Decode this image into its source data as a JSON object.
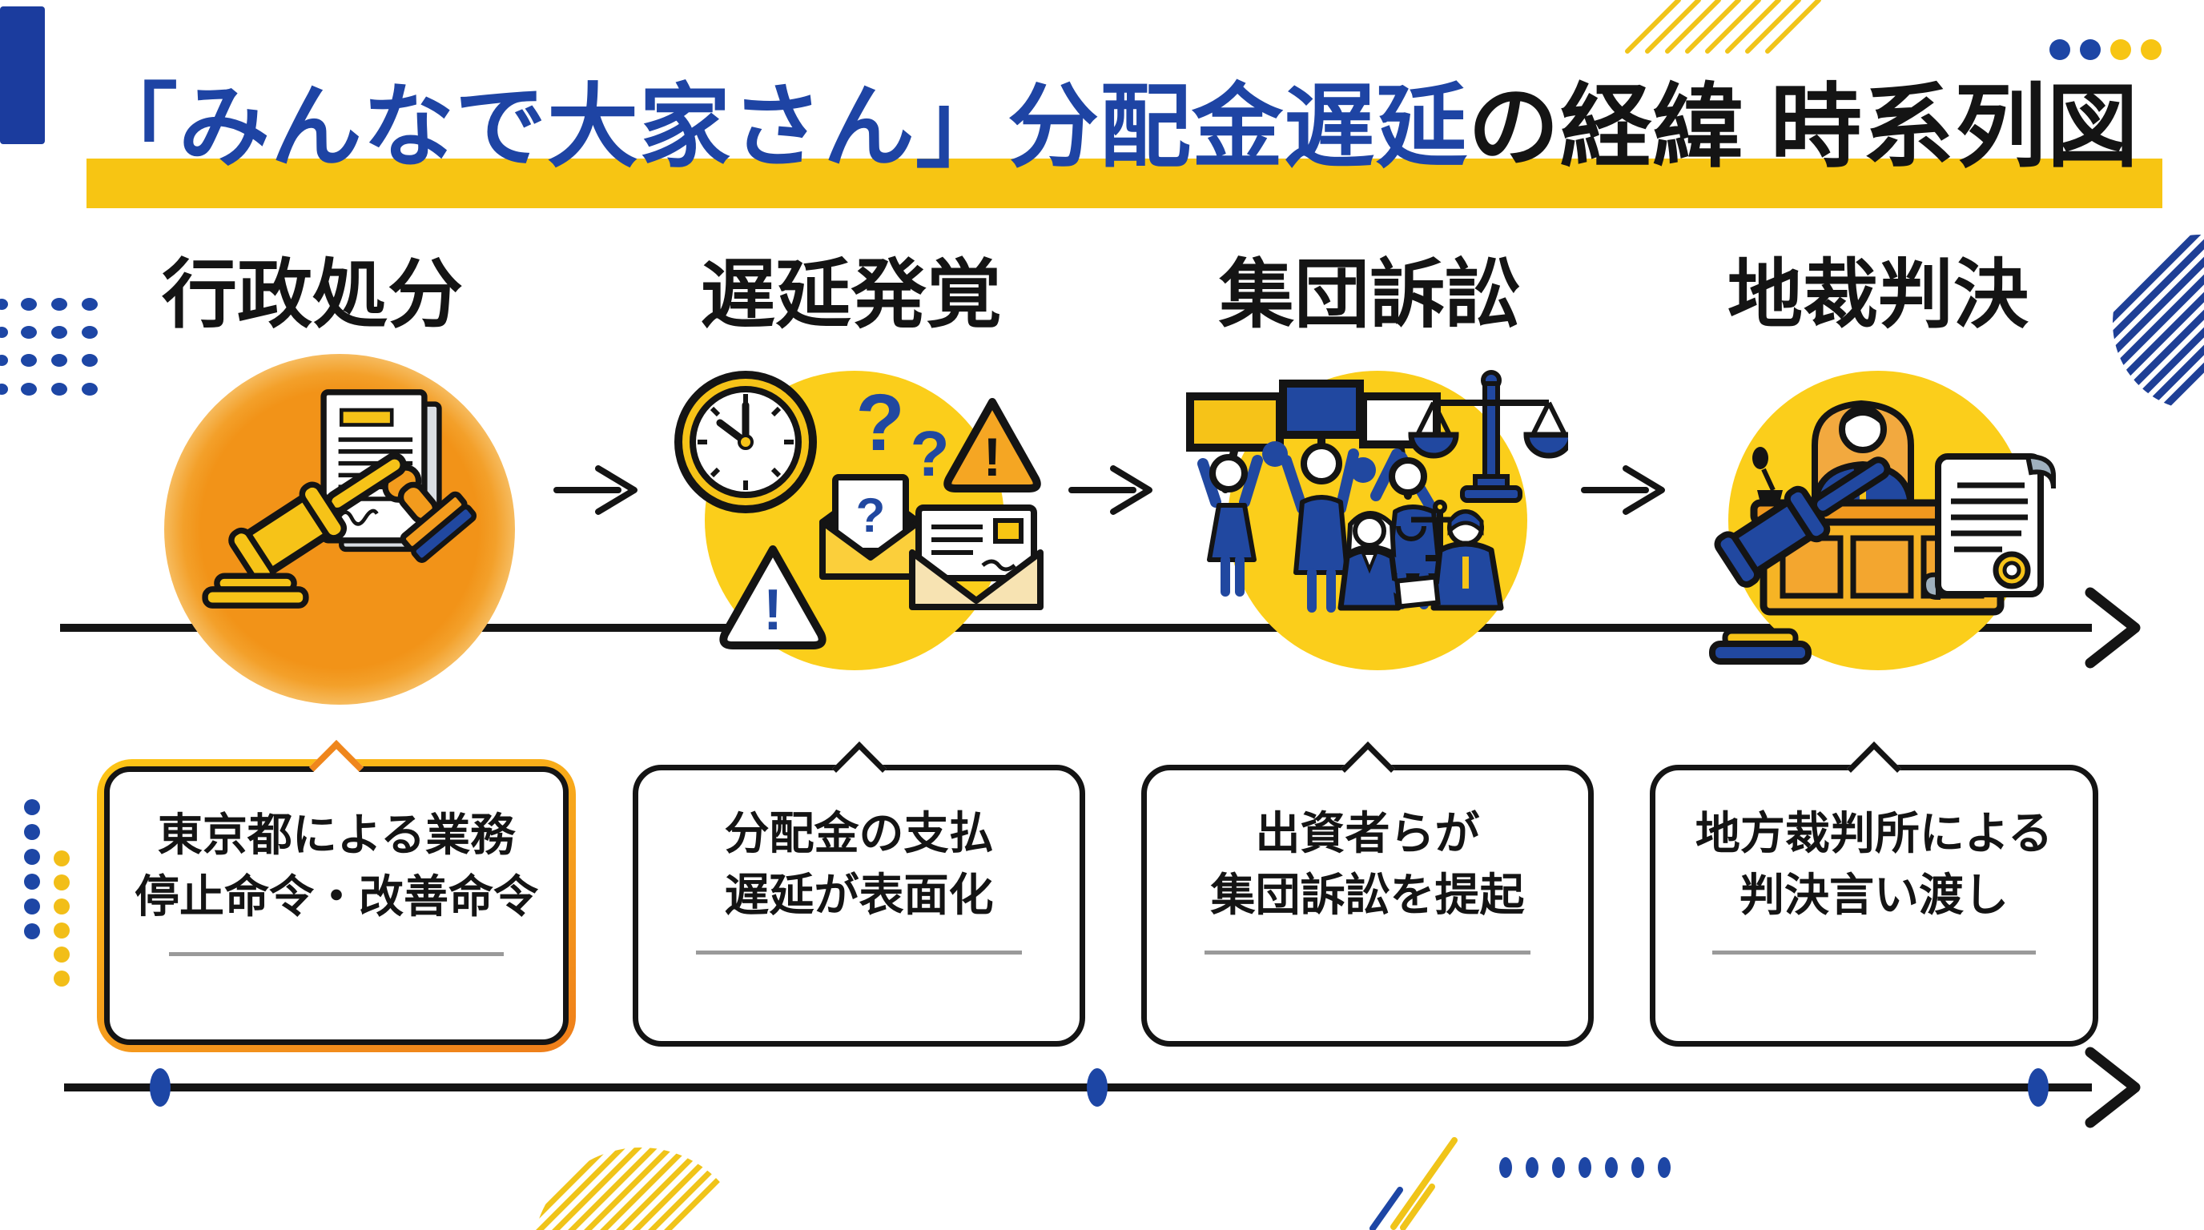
{
  "title": {
    "highlight_text": "「みんなで大家さん」分配金遅延",
    "rest_text": "の経緯 時系列図"
  },
  "stages": [
    {
      "label": "行政処分",
      "icon": "gavel-document-stamp-icon",
      "bubble_line1": "東京都による業務",
      "bubble_line2": "停止命令・改善命令",
      "highlighted": true
    },
    {
      "label": "遅延発覚",
      "icon": "clock-question-warning-mail-icon",
      "bubble_line1": "分配金の支払",
      "bubble_line2": "遅延が表面化",
      "highlighted": false
    },
    {
      "label": "集団訴訟",
      "icon": "protest-scales-agreement-icon",
      "bubble_line1": "出資者らが",
      "bubble_line2": "集団訴訟を提起",
      "highlighted": false
    },
    {
      "label": "地裁判決",
      "icon": "judge-bench-gavel-ruling-icon",
      "bubble_line1": "地方裁判所による",
      "bubble_line2": "判決言い渡し",
      "highlighted": false
    }
  ],
  "icon_glyphs": {
    "question_mark": "?",
    "exclamation_mark": "!"
  },
  "colors": {
    "primary_blue": "#1E44A4",
    "dot_blue": "#1D46A5",
    "accent_yellow": "#F7C513",
    "circle_yellow": "#FBCE1B",
    "accent_orange": "#EE8A1C",
    "timeline_black": "#141414",
    "divider_gray": "#9A9A9A"
  }
}
